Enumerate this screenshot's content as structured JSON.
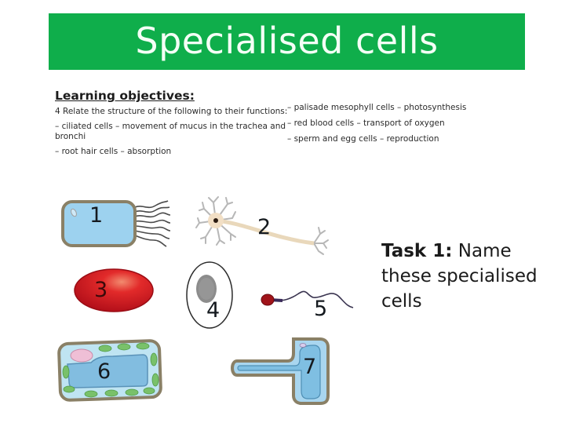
{
  "slide": {
    "title": "Specialised cells",
    "accent_color": "#0fae4b",
    "learning_objectives": {
      "heading": "Learning objectives:",
      "intro": "4 Relate the structure of the following to their functions:",
      "items_left": [
        "– ciliated cells – movement of mucus in the trachea and bronchi",
        "– root hair cells – absorption"
      ],
      "items_right": [
        "– palisade mesophyll cells – photosynthesis",
        "– red blood cells – transport of oxygen",
        "– sperm and egg cells – reproduction"
      ]
    },
    "task": {
      "label": "Task 1:",
      "text": " Name these specialised cells"
    },
    "cells": [
      {
        "number": "1",
        "icon": "ciliated-cell-icon"
      },
      {
        "number": "2",
        "icon": "nerve-cell-icon"
      },
      {
        "number": "3",
        "icon": "red-blood-cell-icon"
      },
      {
        "number": "4",
        "icon": "egg-cell-icon"
      },
      {
        "number": "5",
        "icon": "sperm-cell-icon"
      },
      {
        "number": "6",
        "icon": "palisade-cell-icon"
      },
      {
        "number": "7",
        "icon": "root-hair-cell-icon"
      }
    ]
  }
}
